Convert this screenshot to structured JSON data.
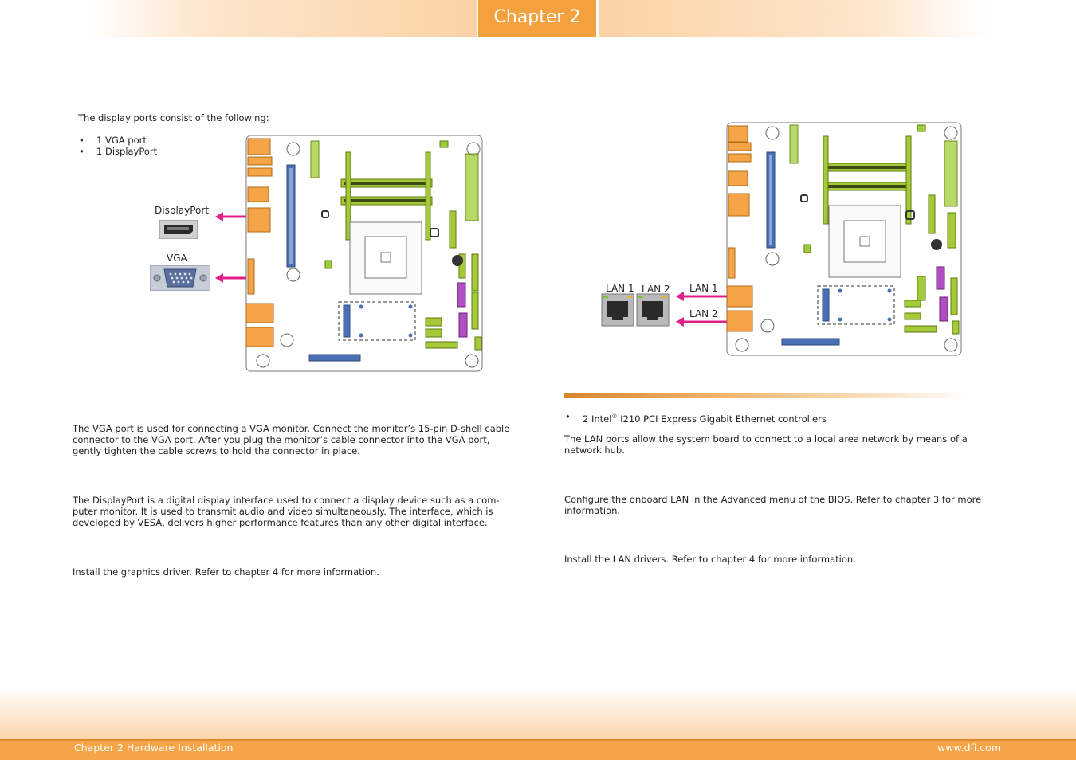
{
  "header": {
    "chapter": "Chapter 2"
  },
  "left": {
    "intro": "The display ports consist of the following:",
    "ports": [
      "1 VGA port",
      "1 DisplayPort"
    ],
    "labels": {
      "displayport": "DisplayPort",
      "vga": "VGA"
    },
    "vga_text": "The VGA port is used for connecting a VGA monitor. Connect the monitor’s 15-pin D-shell cable connector to the VGA port. After you plug the monitor’s cable connector into the VGA port, gently tighten the cable screws to hold the connector in place.",
    "dp_text": "The DisplayPort is a digital display interface used to connect a display device such as a com-puter monitor. It is used to transmit audio and video simultaneously. The interface, which is developed by VESA, delivers higher performance features than any other digital interface.",
    "driver_text": "Install the graphics driver. Refer to chapter 4 for more information."
  },
  "right": {
    "labels": {
      "lan1_img": "LAN 1",
      "lan2_img": "LAN 2",
      "lan1": "LAN 1",
      "lan2": "LAN 2"
    },
    "controller_brand": "Intel",
    "controller_reg": "®",
    "controller_rest": " I210 PCI Express Gigabit Ethernet controllers",
    "controller_prefix": "2 ",
    "lan_text": "The LAN ports allow the system board to connect to a local area network by means of a network hub.",
    "bios_text": "Configure the onboard LAN in the Advanced menu of the BIOS. Refer to chapter 3 for more information.",
    "driver_text": "Install the LAN drivers. Refer to chapter 4 for more information."
  },
  "footer": {
    "left": "Chapter 2 Hardware Installation",
    "right": "www.dfi.com"
  },
  "colors": {
    "accent": "#f3a13e",
    "arrow": "#e0208a",
    "slot_green": "#a6c93a",
    "slot_blue": "#4a6fb5",
    "slot_purple": "#b04fbf",
    "port_orange": "#f5a447"
  }
}
